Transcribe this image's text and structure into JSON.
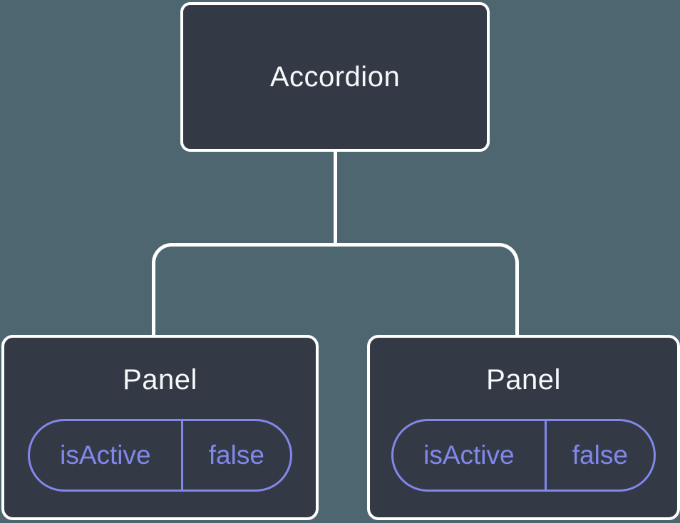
{
  "colors": {
    "background": "#4D6670",
    "node_fill": "#333A46",
    "node_border": "#FFFFFF",
    "accent": "#8287EC",
    "title_text": "#F6F8FA"
  },
  "tree": {
    "root": {
      "label": "Accordion"
    },
    "children": [
      {
        "label": "Panel",
        "state": {
          "key": "isActive",
          "value": "false"
        }
      },
      {
        "label": "Panel",
        "state": {
          "key": "isActive",
          "value": "false"
        }
      }
    ]
  }
}
